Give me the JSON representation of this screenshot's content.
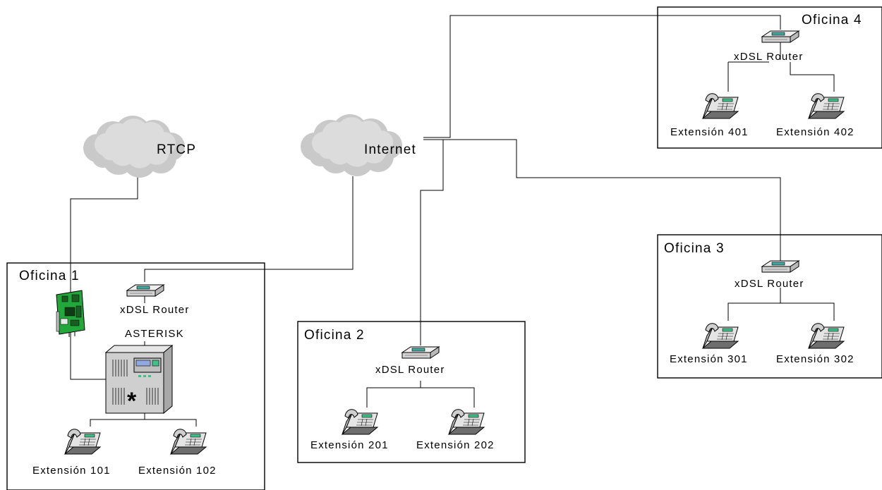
{
  "clouds": {
    "pstn": "RTCP",
    "internet": "Internet"
  },
  "offices": {
    "o1": {
      "title": "Oficina 1",
      "router": "xDSL Router",
      "server": "ASTERISK",
      "ext_a": "Extensión 101",
      "ext_b": "Extensión 102"
    },
    "o2": {
      "title": "Oficina 2",
      "router": "xDSL Router",
      "ext_a": "Extensión 201",
      "ext_b": "Extensión 202"
    },
    "o3": {
      "title": "Oficina 3",
      "router": "xDSL Router",
      "ext_a": "Extensión 301",
      "ext_b": "Extensión 302"
    },
    "o4": {
      "title": "Oficina 4",
      "router": "xDSL Router",
      "ext_a": "Extensión 401",
      "ext_b": "Extensión 402"
    }
  },
  "icons": {
    "cloud": "cloud-icon",
    "router": "router-icon",
    "phone": "phone-icon",
    "server": "server-icon",
    "card": "telephony-card-icon"
  },
  "colors": {
    "cloud": "#c8c8c8",
    "router_body": "#dcdcdc",
    "router_led": "#3fa8a0",
    "phone_display": "#3fc28a",
    "server_body": "#cfcfcf",
    "card": "#22a83a"
  }
}
